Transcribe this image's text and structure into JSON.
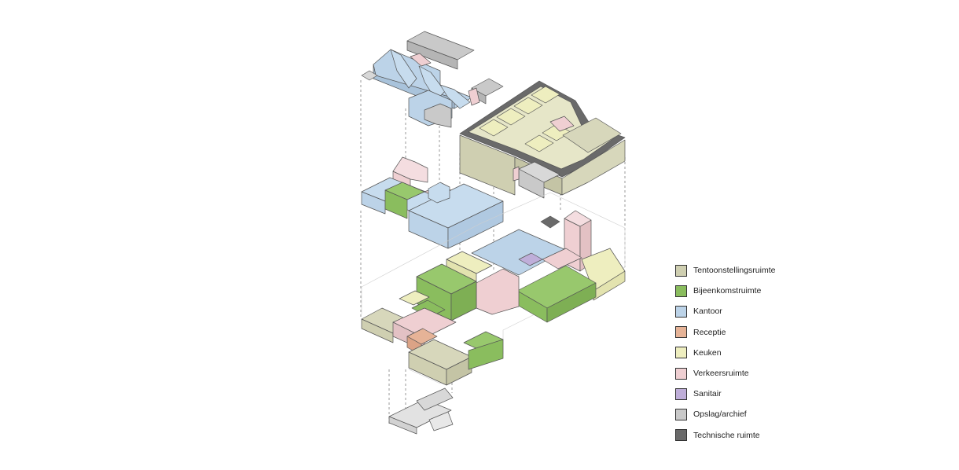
{
  "colors": {
    "tentoonstelling": "#cfcfb1",
    "bijeenkomst": "#8abd5e",
    "kantoor": "#bcd3e8",
    "receptie": "#e6b397",
    "keuken": "#eeeebf",
    "verkeer": "#efcfd2",
    "sanitair": "#bfaed9",
    "opslag": "#c9c9c9",
    "technisch": "#6a6a6a"
  },
  "legend": {
    "items": [
      {
        "key": "tentoonstelling",
        "label": "Tentoonstellingsruimte",
        "color": "#cfcfb1"
      },
      {
        "key": "bijeenkomst",
        "label": "Bijeenkomstruimte",
        "color": "#8abd5e"
      },
      {
        "key": "kantoor",
        "label": "Kantoor",
        "color": "#bcd3e8"
      },
      {
        "key": "receptie",
        "label": "Receptie",
        "color": "#e6b397"
      },
      {
        "key": "keuken",
        "label": "Keuken",
        "color": "#eeeebf"
      },
      {
        "key": "verkeer",
        "label": "Verkeersruimte",
        "color": "#efcfd2"
      },
      {
        "key": "sanitair",
        "label": "Sanitair",
        "color": "#bfaed9"
      },
      {
        "key": "opslag",
        "label": "Opslag/archief",
        "color": "#c9c9c9"
      },
      {
        "key": "technisch",
        "label": "Technische ruimte",
        "color": "#6a6a6a"
      }
    ]
  }
}
